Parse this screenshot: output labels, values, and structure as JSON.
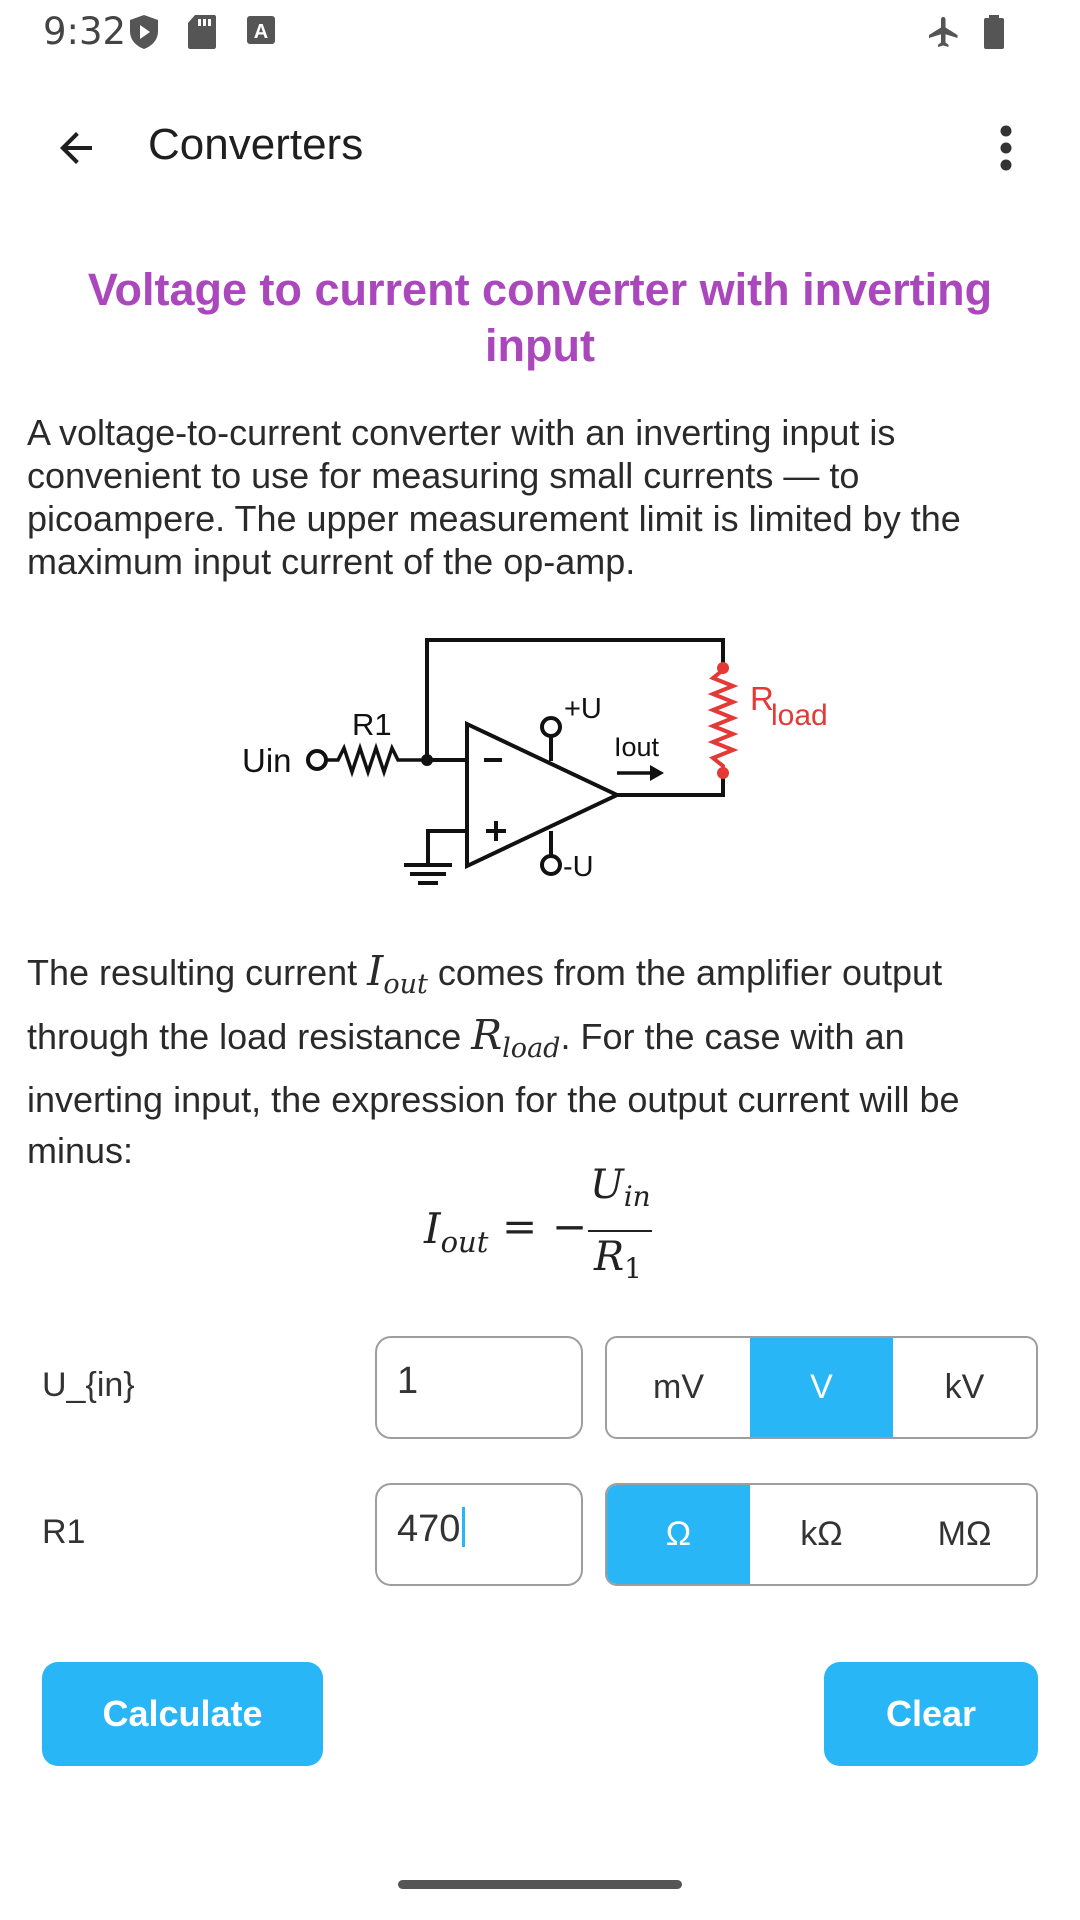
{
  "status_bar": {
    "time": "9:32"
  },
  "app_bar": {
    "title": "Converters"
  },
  "content": {
    "heading": "Voltage to current converter with inverting input",
    "intro": "A voltage-to-current converter with an inverting input is convenient to use for measuring small currents — to picoampere. The upper measurement limit is limited by the maximum input current of the op-amp.",
    "diagram": {
      "uin": "Uin",
      "r1": "R1",
      "plus_u": "+U",
      "minus_u": "-U",
      "iout": "Iout",
      "rload_r": "R",
      "rload_sub": "load"
    },
    "para2": {
      "part1": "The resulting current ",
      "iout_main": "I",
      "iout_sub": "out",
      "part2": " comes from the amplifier output through the load resistance ",
      "rload_main": "R",
      "rload_sub": "load",
      "part3": ". For the case with an inverting input, the expression for the output current will be minus:"
    },
    "formula": {
      "lhs_main": "I",
      "lhs_sub": "out",
      "eq": "=",
      "minus": "−",
      "num_main": "U",
      "num_sub": "in",
      "den_main": "R",
      "den_sub": "1"
    }
  },
  "calculator": {
    "rows": [
      {
        "label": "U_{in}",
        "value": "1",
        "units": [
          "mV",
          "V",
          "kV"
        ],
        "selected": "V"
      },
      {
        "label": "R1",
        "value": "470",
        "units": [
          "Ω",
          "kΩ",
          "MΩ"
        ],
        "selected": "Ω"
      }
    ],
    "calculate_label": "Calculate",
    "clear_label": "Clear"
  },
  "colors": {
    "accent": "#29b6f6",
    "heading": "#ab47bc",
    "load": "#e53935"
  }
}
